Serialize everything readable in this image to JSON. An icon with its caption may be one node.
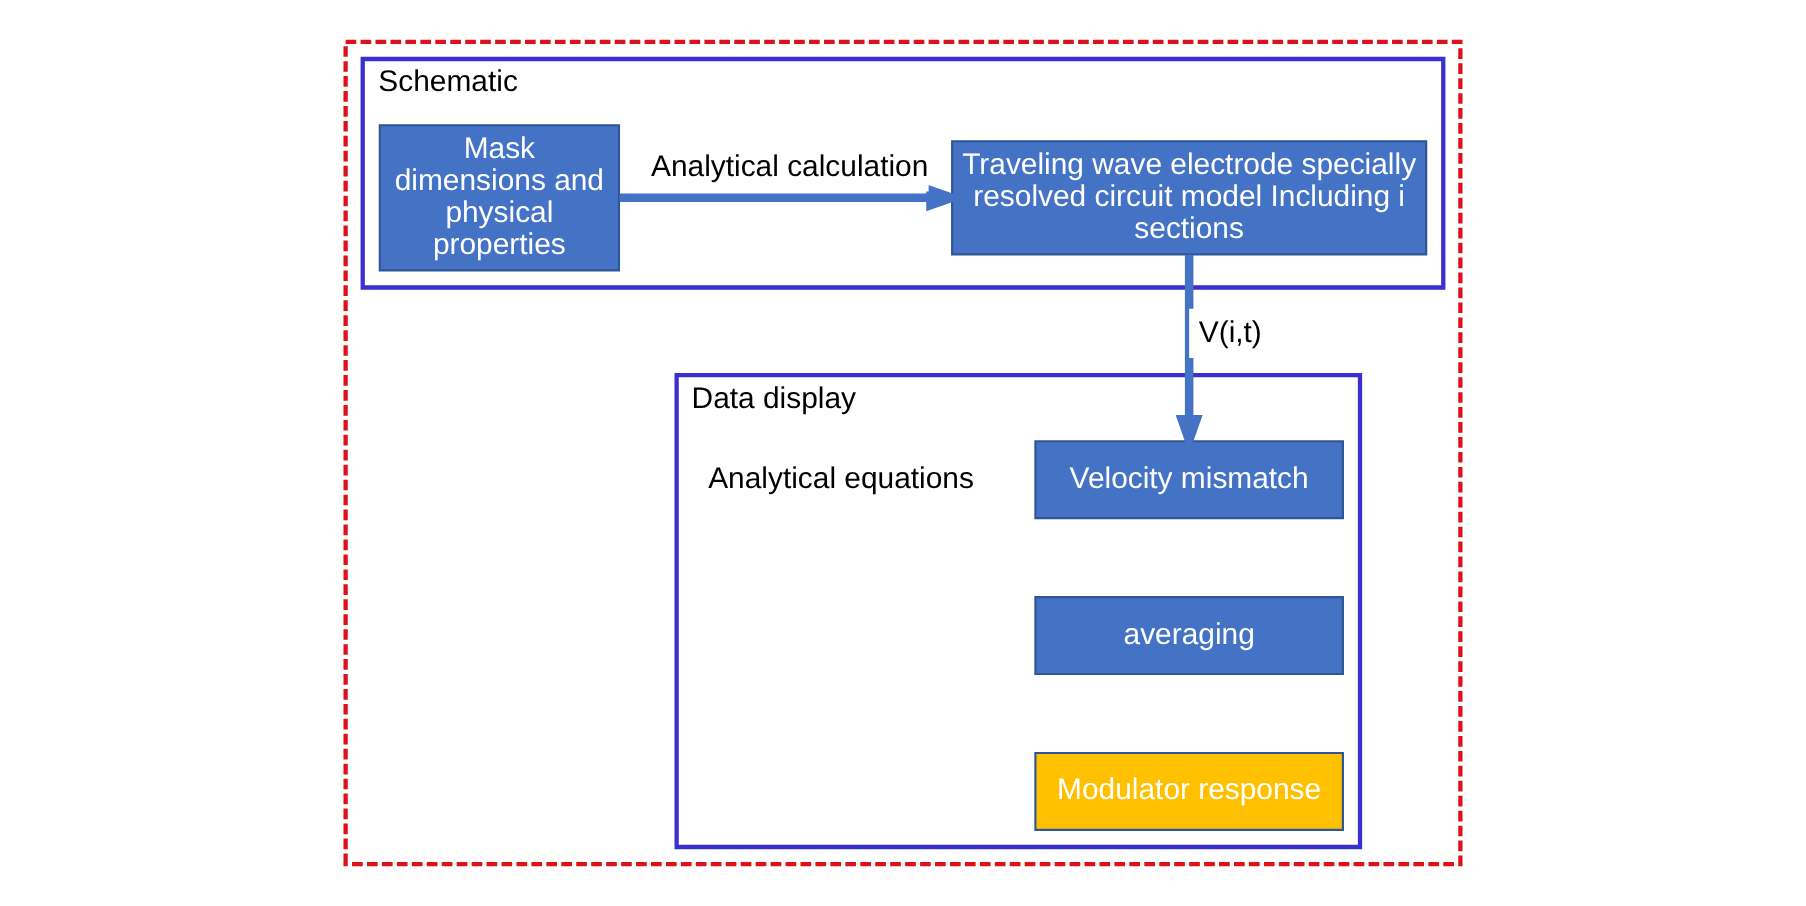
{
  "diagram": {
    "nodes": [
      {
        "text": [],
        "shape": "box"
      },
      {
        "text": [
          "Schematic"
        ],
        "in": 0
      },
      {
        "text": [
          "Mask dimensions and physical properties"
        ],
        "in": 1
      },
      {
        "text": [
          "Traveling wave electrode specially resolved circuit model Including i sections"
        ],
        "in": 1
      },
      {
        "text": [
          "Data display"
        ],
        "in": 0
      },
      {
        "text": [
          "Velocity mismatch"
        ],
        "in": 4
      },
      {
        "text": [
          "averaging"
        ],
        "in": 4
      },
      {
        "text": [
          "Modulator response"
        ],
        "in": 4
      }
    ],
    "edges": [
      {
        "from": 2,
        "to": 3,
        "arrow": "to",
        "label": "Analytical calculation"
      },
      {
        "from": 3,
        "to": 5,
        "arrow": "to",
        "label": "V(i,t)"
      }
    ],
    "labels": [
      "Analytical equations"
    ]
  }
}
